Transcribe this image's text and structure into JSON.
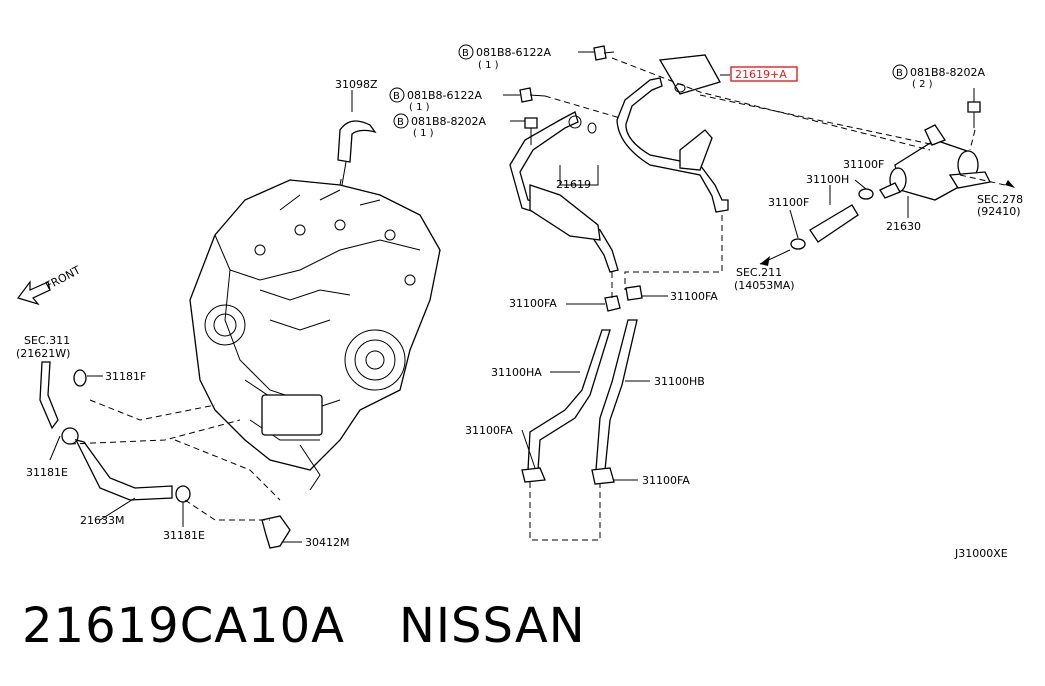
{
  "caption": {
    "part_number": "21619CA10A",
    "brand": "NISSAN"
  },
  "diagram_code": "J31000XE",
  "front_label": "FRONT",
  "highlight": {
    "label": "21619+A",
    "color": "#e02020"
  },
  "bolts": [
    {
      "code": "081B8-6122A",
      "qty": "( 1 )"
    },
    {
      "code": "081B8-6122A",
      "qty": "( 1 )"
    },
    {
      "code": "081B8-8202A",
      "qty": "( 1 )"
    },
    {
      "code": "081B8-8202A",
      "qty": "( 2 )"
    }
  ],
  "bolt_prefix": "B",
  "labels": {
    "p31098z": "31098Z",
    "p21619": "21619",
    "p31100f_a": "31100F",
    "p31100f_b": "31100F",
    "p31100h": "31100H",
    "p21630": "21630",
    "sec278": "SEC.278",
    "sec278_sub": "(92410)",
    "sec211": "SEC.211",
    "sec211_sub": "(14053MA)",
    "p31100fa_1": "31100FA",
    "p31100fa_2": "31100FA",
    "p31100fa_3": "31100FA",
    "p31100fa_4": "31100FA",
    "p31100ha": "31100HA",
    "p31100hb": "31100HB",
    "sec311": "SEC.311",
    "sec311_sub": "(21621W)",
    "p31181f": "31181F",
    "p31181e_a": "31181E",
    "p31181e_b": "31181E",
    "p21633m": "21633M",
    "p30412m": "30412M"
  }
}
